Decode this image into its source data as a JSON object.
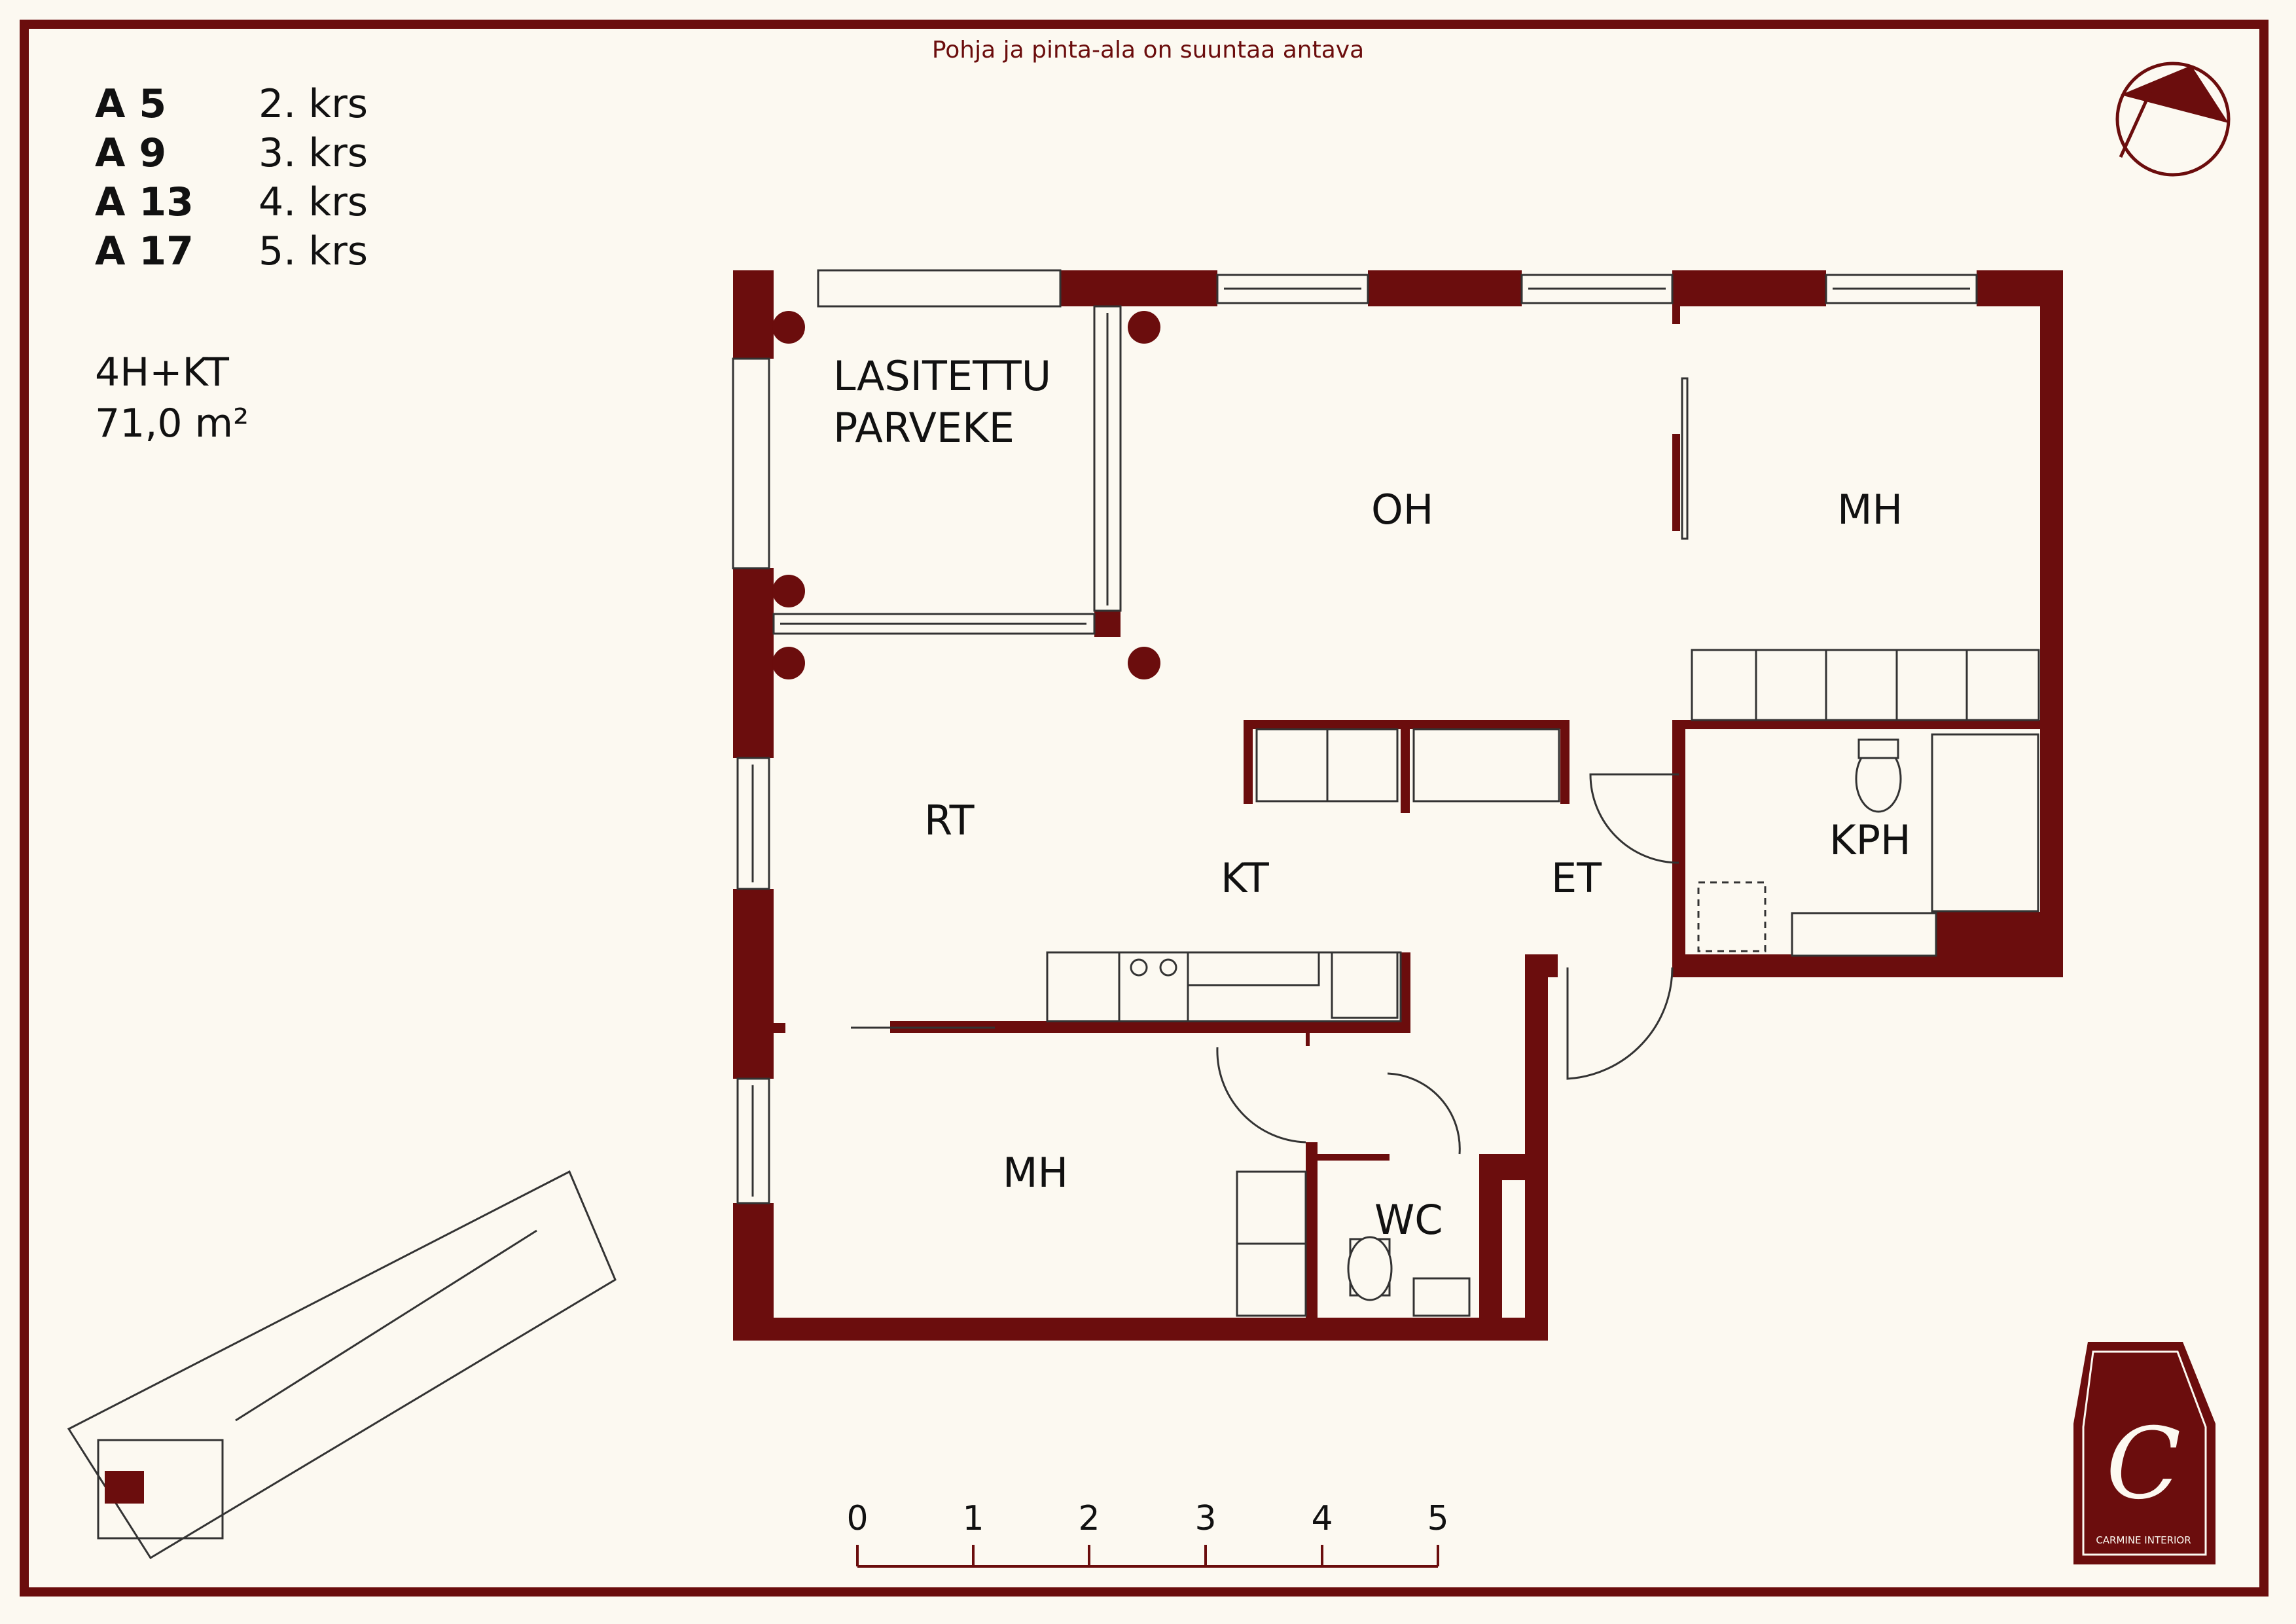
{
  "disclaimer": "Pohja ja pinta-ala on suuntaa antava",
  "units": [
    {
      "code": "A 5",
      "floor": "2. krs"
    },
    {
      "code": "A 9",
      "floor": "3. krs"
    },
    {
      "code": "A 13",
      "floor": "4. krs"
    },
    {
      "code": "A 17",
      "floor": "5. krs"
    }
  ],
  "apartment": {
    "type": "4H+KT",
    "area": "71,0 m²"
  },
  "rooms": {
    "balcony_line1": "LASITETTU",
    "balcony_line2": "PARVEKE",
    "living": "OH",
    "bedroom_top": "MH",
    "dining": "RT",
    "kitchen": "KT",
    "entrance": "ET",
    "bathroom": "KPH",
    "bedroom_bottom": "MH",
    "toilet": "WC"
  },
  "scale": {
    "labels": [
      "0",
      "1",
      "2",
      "3",
      "4",
      "5"
    ]
  },
  "logo": {
    "initial": "C",
    "text": "CARMINE INTERIOR"
  },
  "colors": {
    "wall": "#6b0d0d",
    "background": "#fcf9f1"
  },
  "icons": {
    "compass": "compass-icon"
  }
}
